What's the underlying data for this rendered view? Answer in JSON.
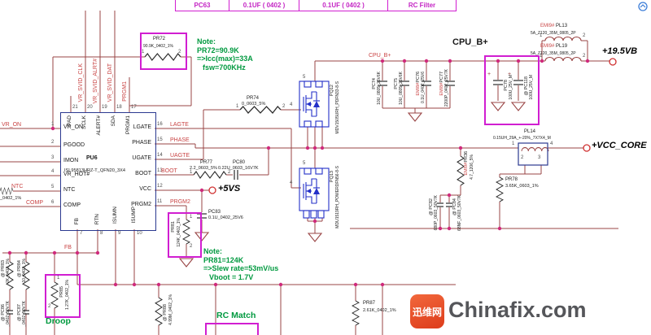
{
  "header_table": {
    "cells": [
      "PC63",
      "0.1UF ( 0402 )",
      "0.1UF ( 0402 )",
      "RC Filter"
    ]
  },
  "notes": {
    "pr72": {
      "title": "Note:",
      "line1": "PR72=90.9K",
      "line2": "=>Icc(max)=33A",
      "line3": "fsw=700KHz"
    },
    "pr81": {
      "title": "Note:",
      "line1": "PR81=124K",
      "line2": "=>Slew rate=53mV/us",
      "line3": "Vboot = 1.7V"
    }
  },
  "annotations": {
    "droop": "Droop",
    "rc_match": "RC Match"
  },
  "power_ports": {
    "cpu_b_plus": "CPU_B+",
    "rail_19v": "+19.5VB",
    "vcc_core": "+VCC_CORE",
    "v5s": "+5VS"
  },
  "net_labels": {
    "vr_svid_clk": "VR_SVID_CLK",
    "vr_svid_alrt": "VR_SVID_ALRT#",
    "vr_svid_dat": "VR_SVID_DAT",
    "prgm1": "PRGM1",
    "lgate": "LAGTE",
    "phase": "PHASE",
    "ugate": "UAGTE",
    "boot": "BOOT",
    "prgm2": "PRGM2",
    "cpu_b_rail": "CPU_B+",
    "fb": "FB",
    "vr_on": "VR_ON",
    "ntc": "NTC",
    "comp": "COMP",
    "emi8_a": "EMI8#",
    "emi8_b": "EMI8#",
    "emi9_l13": "EMI9#",
    "emi9_l19": "EMI9#",
    "emi9_r36": "EMI9#"
  },
  "ic": {
    "ref": "PU6",
    "part": "ISL95813HRZ-T_QFN20_3X4",
    "left_pins": [
      {
        "num": "1",
        "name": "VR_ON"
      },
      {
        "num": "2",
        "name": "PGOOD"
      },
      {
        "num": "3",
        "name": "IMON"
      },
      {
        "num": "4",
        "name": "VR_HOT#"
      },
      {
        "num": "5",
        "name": "NTC"
      },
      {
        "num": "6",
        "name": "COMP"
      }
    ],
    "right_pins": [
      {
        "num": "16",
        "name": "LGATE"
      },
      {
        "num": "15",
        "name": "PHASE"
      },
      {
        "num": "14",
        "name": "UGATE"
      },
      {
        "num": "13",
        "name": "BOOT"
      },
      {
        "num": "12",
        "name": "VCC"
      },
      {
        "num": "11",
        "name": "PRGM2"
      }
    ],
    "top_pins": [
      {
        "num": "21",
        "name": "PAD"
      },
      {
        "num": "20",
        "name": "SCLK"
      },
      {
        "num": "19",
        "name": "ALERT#"
      },
      {
        "num": "18",
        "name": "SDA"
      },
      {
        "num": "17",
        "name": "PRGM1"
      }
    ],
    "bottom_pins": [
      {
        "num": "7",
        "name": "FB"
      },
      {
        "num": "8",
        "name": "RTN"
      },
      {
        "num": "9",
        "name": "ISUMN"
      },
      {
        "num": "10",
        "name": "ISUMP"
      }
    ]
  },
  "components": {
    "pr72": {
      "ref": "PR72",
      "value": "90.9K_0402_1%"
    },
    "pr74": {
      "ref": "PR74",
      "value": "0_0603_5%"
    },
    "pr77": {
      "ref": "PR77",
      "value": "2.2_0603_5%"
    },
    "pc80": {
      "ref": "PC80",
      "value": "0.22U_0603_16V7K"
    },
    "pc83": {
      "ref": "PC83",
      "value": "0.1U_0402_25V6"
    },
    "pr81": {
      "ref": "PR81",
      "value": "124K_0402_1%"
    },
    "pq12": {
      "ref": "PQ12",
      "part": "MDV1505URH_PDFN33-8-S"
    },
    "pq13": {
      "ref": "PQ13",
      "part": "MDU1519RH_POWERDFN56-8-S"
    },
    "pc74": {
      "ref": "PC74",
      "value": "10U_0805_25V6K"
    },
    "pc75": {
      "ref": "PC75",
      "value": "10U_0805_25V6K"
    },
    "pc76": {
      "ref": "PC76",
      "value": "0.1U_0402_25V6"
    },
    "pc77": {
      "ref": "PC77",
      "value": "2200P_0402_25V7K"
    },
    "pc78": {
      "ref": "PC78",
      "value": "100U_25V_M"
    },
    "pc118": {
      "ref": "@ PC118",
      "value": "100U_25V_M"
    },
    "pl13": {
      "ref": "PL13",
      "value": "5A_Z120_35M_0805_2P"
    },
    "pl19": {
      "ref": "PL19",
      "value": "5A_Z120_35M_0805_2P"
    },
    "pl14": {
      "ref": "PL14",
      "value": "0.15UH_29A_+-20%_7X7X4_M"
    },
    "pr36": {
      "ref": "PR36",
      "value": "4.7_1206_5%"
    },
    "pr78": {
      "ref": "PR78",
      "value": "3.65K_0603_1%"
    },
    "pc82": {
      "ref": "@ PC82",
      "value": "680P_0603_50V7K"
    },
    "pc84": {
      "ref": "@ PC84",
      "value": "68NF_0603_50V7K"
    },
    "pr83": {
      "ref": "@ PR83",
      "value": "2K_0402_1%"
    },
    "pr84": {
      "ref": "@ PR84",
      "value": "10_0402_1%"
    },
    "pr85": {
      "ref": "PR85",
      "value": "1.27K_0402_1%"
    },
    "pc86": {
      "ref": "@ PC86",
      "value": "_0402_50V7K"
    },
    "pc87": {
      "ref": "@ PC87",
      "value": "_0402_50V7K"
    },
    "pr88": {
      "ref": "@ PR88",
      "value": "4.99M_0402_1%"
    },
    "pr87": {
      "ref": "PR87",
      "value": "2.61K_0402_1%"
    },
    "partial_r": {
      "value": "_0402_1%"
    }
  },
  "pins": {
    "p1": "1",
    "p2": "2",
    "p3": "3",
    "p4": "4",
    "p5": "5",
    "plus": "+"
  },
  "watermark": {
    "logo_text": "迅维网",
    "site": "Chinafix.com"
  }
}
